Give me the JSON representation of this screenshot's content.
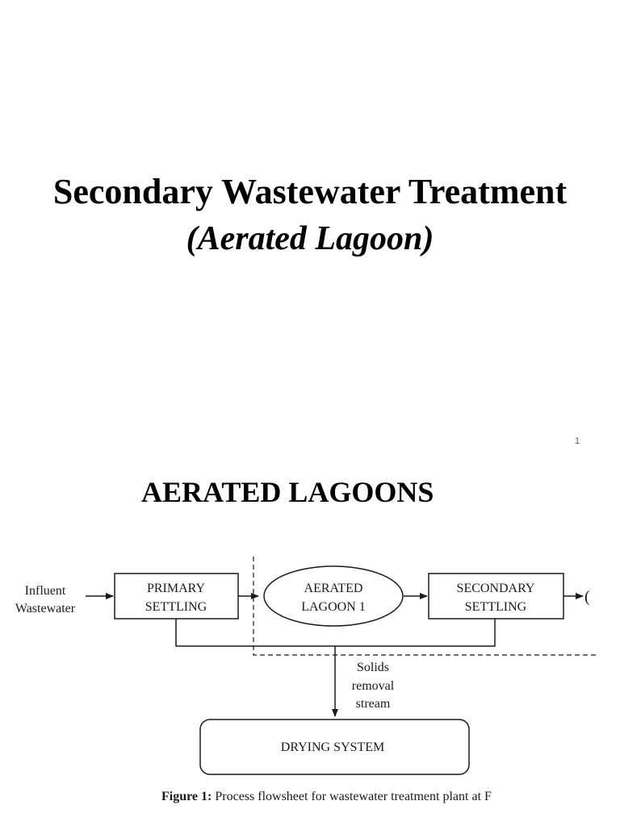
{
  "slide1": {
    "title": "Secondary Wastewater Treatment",
    "subtitle": "(Aerated Lagoon)",
    "page_number": "1"
  },
  "slide2": {
    "title": "AERATED LAGOONS",
    "figure": {
      "influent_line1": "Influent",
      "influent_line2": "Wastewater",
      "primary_line1": "PRIMARY",
      "primary_line2": "SETTLING",
      "lagoon_line1": "AERATED",
      "lagoon_line2": "LAGOON 1",
      "secondary_line1": "SECONDARY",
      "secondary_line2": "SETTLING",
      "cutoff_symbol": "(",
      "solids_line1": "Solids",
      "solids_line2": "removal",
      "solids_line3": "stream",
      "drying_system": "DRYING SYSTEM",
      "caption_label": "Figure 1:",
      "caption_text": " Process flowsheet for wastewater treatment plant at F"
    }
  }
}
